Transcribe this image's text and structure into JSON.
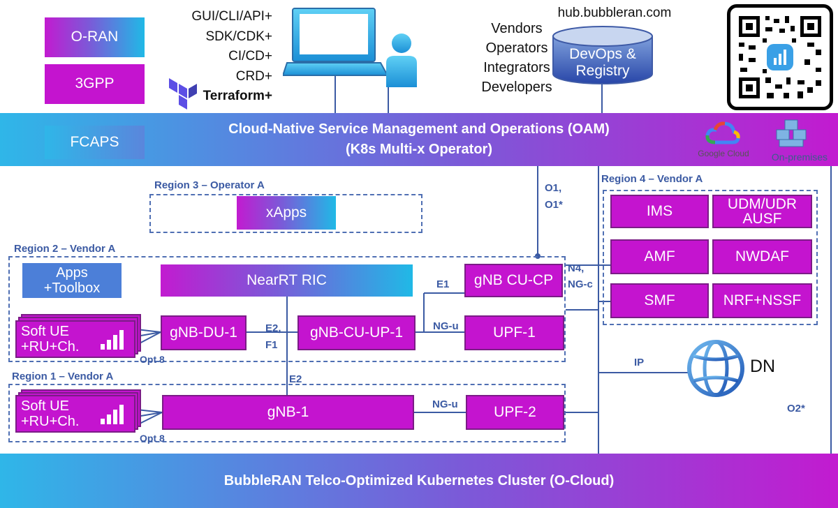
{
  "legend": {
    "oran": "O-RAN",
    "tgpp": "3GPP",
    "fcaps": "FCAPS"
  },
  "tools": [
    "GUI/CLI/API+",
    "SDK/CDK+",
    "CI/CD+",
    "CRD+",
    "Terraform+"
  ],
  "audience": [
    "Vendors",
    "Operators",
    "Integrators",
    "Developers"
  ],
  "hub": {
    "url": "hub.bubbleran.com",
    "title": "DevOps & Registry"
  },
  "oam": {
    "line1": "Cloud-Native Service Management and Operations (OAM)",
    "line2": "(K8s Multi-x Operator)"
  },
  "cloud": {
    "google": "Google Cloud",
    "onprem": "On-premises"
  },
  "region3": {
    "label": "Region 3 – Operator A",
    "xapps": "xApps"
  },
  "region2": {
    "label": "Region 2 – Vendor A",
    "apps": "Apps +Toolbox",
    "ric": "NearRT RIC",
    "cucp": "gNB CU-CP",
    "ue": "Soft UE +RU+Ch.",
    "du": "gNB-DU-1",
    "cuup": "gNB-CU-UP-1",
    "upf": "UPF-1",
    "opt": "Opt 8"
  },
  "region1": {
    "label": "Region 1 – Vendor A",
    "ue": "Soft UE +RU+Ch.",
    "gnb": "gNB-1",
    "upf": "UPF-2",
    "opt": "Opt 8"
  },
  "region4": {
    "label": "Region 4 – Vendor A",
    "nfs": [
      "IMS",
      "UDM/UDR AUSF",
      "AMF",
      "NWDAF",
      "SMF",
      "NRF+NSSF"
    ]
  },
  "interfaces": {
    "o1": "O1, O1*",
    "e1": "E1",
    "e2f1": "E2, F1",
    "ngu_top": "NG-u",
    "n4": "N4, NG-c",
    "e2": "E2",
    "ngu_bottom": "NG-u",
    "ip": "IP",
    "o2": "O2*"
  },
  "dn": "DN",
  "cluster": "BubbleRAN Telco-Optimized Kubernetes Cluster (O-Cloud)",
  "colors": {
    "magenta": "#c414cf",
    "teal": "#20b9e6",
    "purple": "#7b5ad8",
    "line": "#3b5aa3"
  }
}
